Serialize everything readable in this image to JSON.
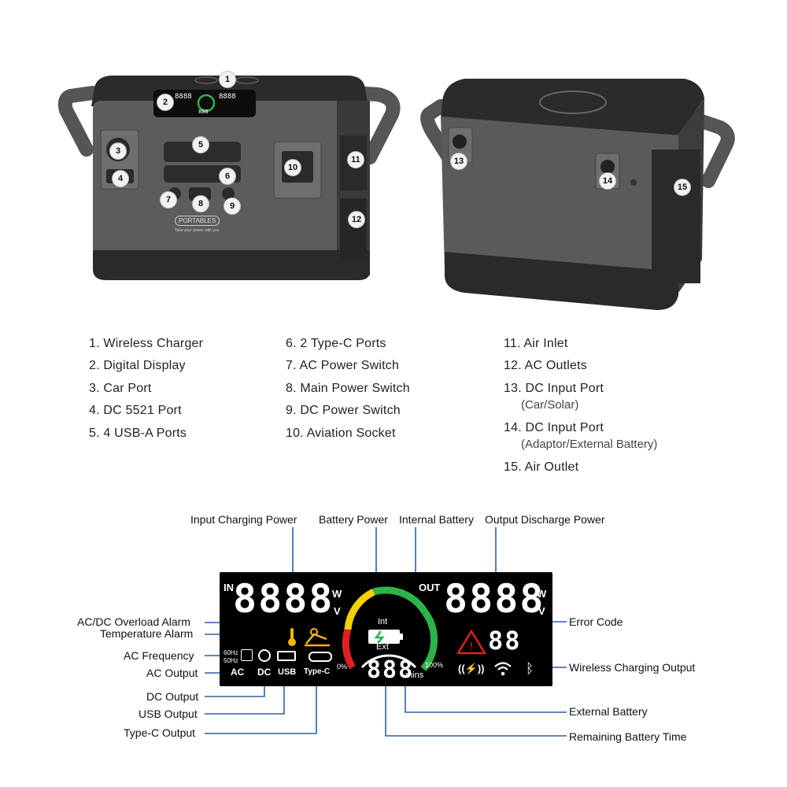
{
  "product": {
    "brand_label": "PORTABLES",
    "tagline": "Take your power with you",
    "front_badges": [
      "1",
      "2",
      "3",
      "4",
      "5",
      "6",
      "7",
      "8",
      "9",
      "10",
      "11",
      "12"
    ],
    "back_badges": [
      "13",
      "14",
      "15"
    ],
    "display_mini": {
      "left": "8888",
      "right": "8888",
      "bottom": "888"
    }
  },
  "legend": {
    "col1": [
      "1. Wireless Charger",
      "2. Digital Display",
      "3. Car Port",
      "4. DC 5521 Port",
      "5. 4 USB-A Ports"
    ],
    "col2": [
      "6. 2 Type-C Ports",
      "7. AC Power Switch",
      "8. Main Power Switch",
      "9. DC Power Switch",
      "10. Aviation Socket"
    ],
    "col3": [
      {
        "label": "11. Air Inlet"
      },
      {
        "label": "12. AC Outlets"
      },
      {
        "label": "13. DC Input Port",
        "sub": "(Car/Solar)"
      },
      {
        "label": "14. DC Input Port",
        "sub": "(Adaptor/External Battery)"
      },
      {
        "label": "15. Air Outlet"
      }
    ]
  },
  "display": {
    "in_label": "IN",
    "out_label": "OUT",
    "in_digits": "8888",
    "out_digits": "8888",
    "unit_w": "W",
    "unit_v": "V",
    "int_label": "Int",
    "ext_label": "Ext",
    "pct_0": "0%",
    "pct_100": "100%",
    "time_digits": "888",
    "mins_label": "mins",
    "error_digits": "88",
    "freq_60": "60Hz",
    "freq_50": "50Hz",
    "ac_label": "AC",
    "dc_label": "DC",
    "usb_label": "USB",
    "typec_label": "Type-C",
    "wireless_symbol": "((⚡))",
    "bluetooth_symbol": "ᛒ"
  },
  "callouts": {
    "input_charging_power": "Input Charging Power",
    "battery_power": "Battery Power",
    "internal_battery": "Internal Battery",
    "output_discharge_power": "Output Discharge Power",
    "acdc_overload_alarm": "AC/DC Overload Alarm",
    "temperature_alarm": "Temperature Alarm",
    "ac_frequency": "AC Frequency",
    "ac_output": "AC Output",
    "dc_output": "DC Output",
    "usb_output": "USB Output",
    "typec_output": "Type-C Output",
    "error_code": "Error Code",
    "wireless_charging_output": "Wireless Charging Output",
    "external_battery": "External Battery",
    "remaining_battery_time": "Remaining Battery Time"
  },
  "colors": {
    "callout_line": "#2f5fa8",
    "gauge_red": "#e02020",
    "gauge_yellow": "#f4d000",
    "gauge_green": "#2db34a",
    "alarm_yellow": "#f2b705",
    "error_red": "#e02020"
  }
}
